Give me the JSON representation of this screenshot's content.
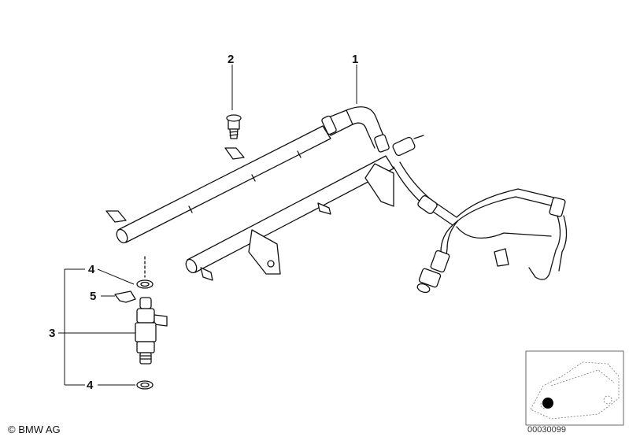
{
  "callouts": [
    "1",
    "2",
    "3",
    "4",
    "4",
    "5"
  ],
  "copyright": "© BMW AG",
  "diagram_number": "00030099",
  "thumbnail": {
    "marker_color": "#000000",
    "icon": "car-location-thumbnail"
  }
}
